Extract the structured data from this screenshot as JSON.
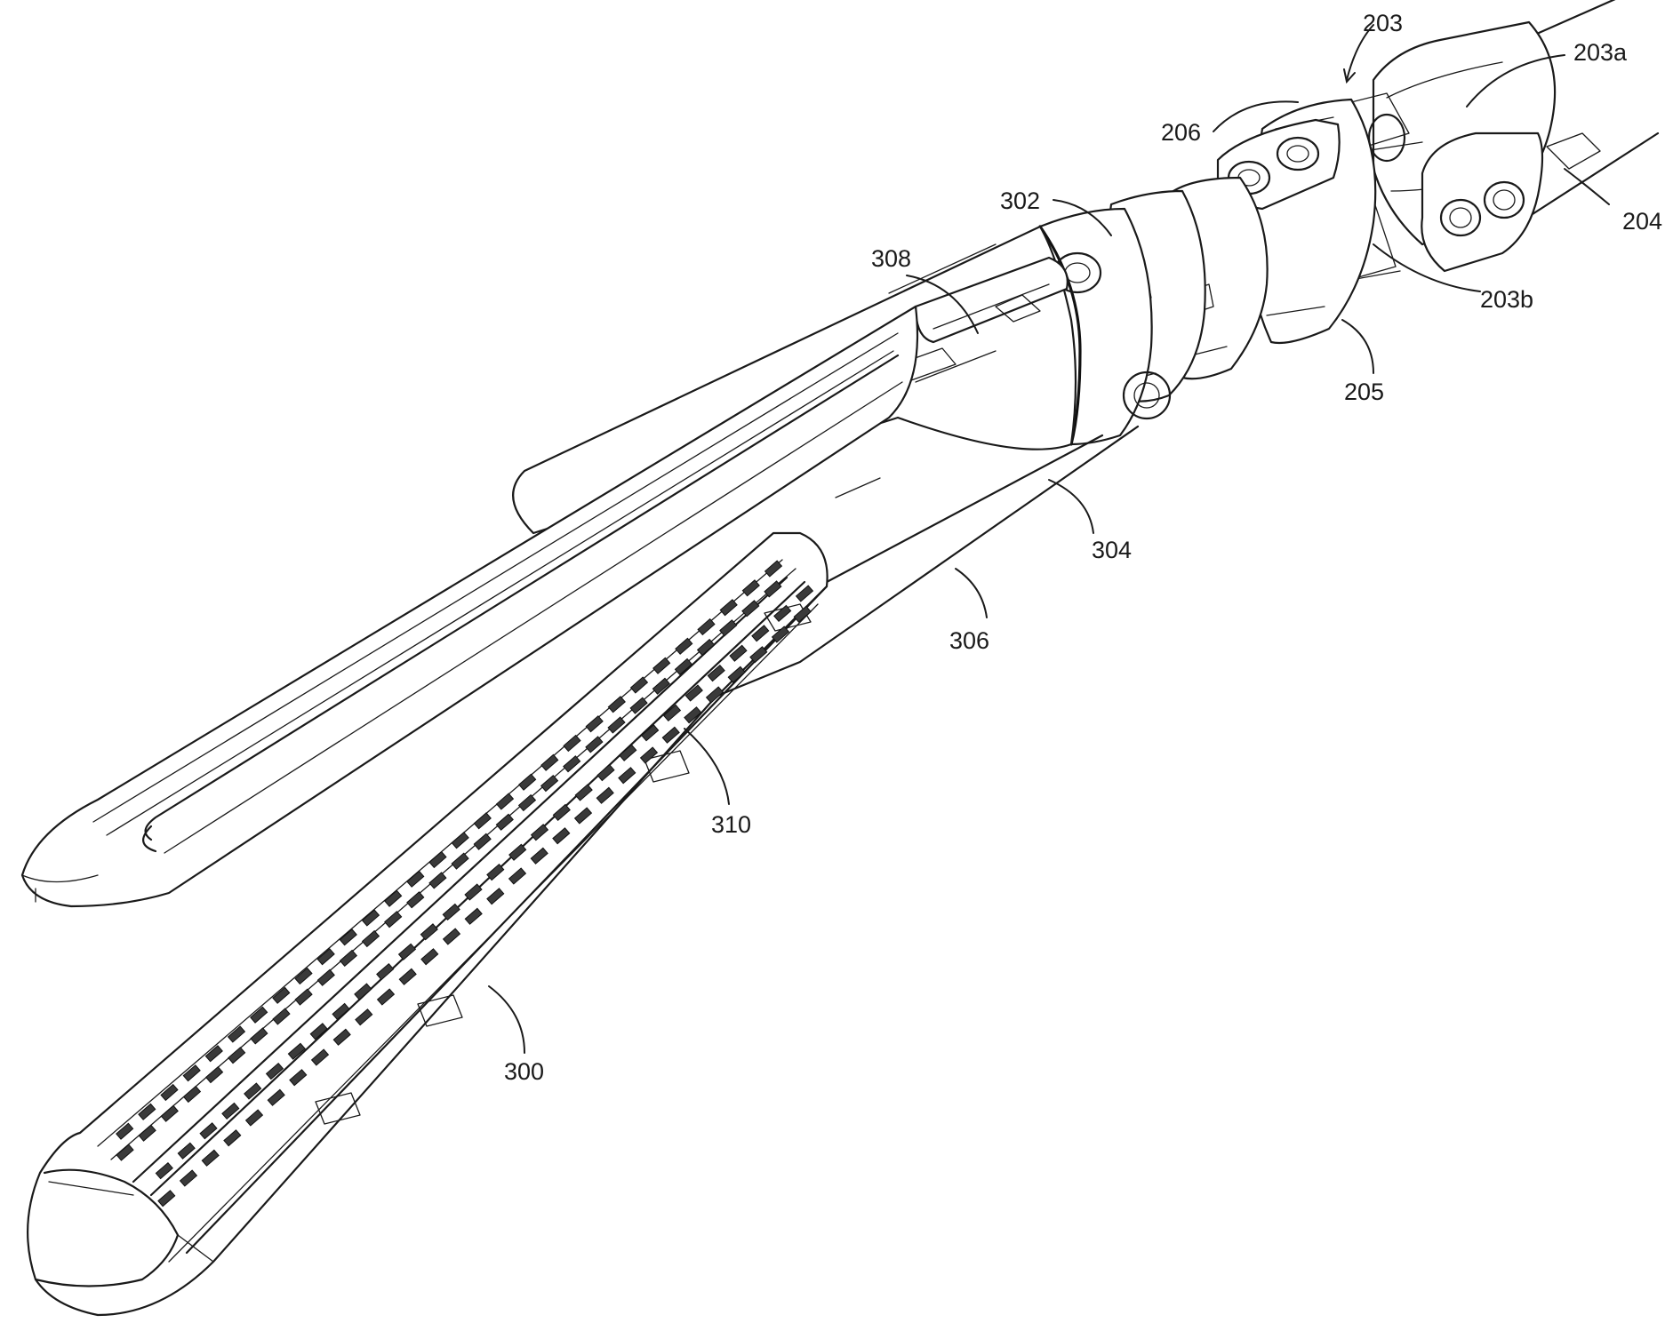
{
  "figure": {
    "reference_labels": {
      "r203": "203",
      "r203a": "203a",
      "r203b": "203b",
      "r204": "204",
      "r205": "205",
      "r206": "206",
      "r302": "302",
      "r308": "308",
      "r304": "304",
      "r306": "306",
      "r310": "310",
      "r300": "300"
    }
  }
}
